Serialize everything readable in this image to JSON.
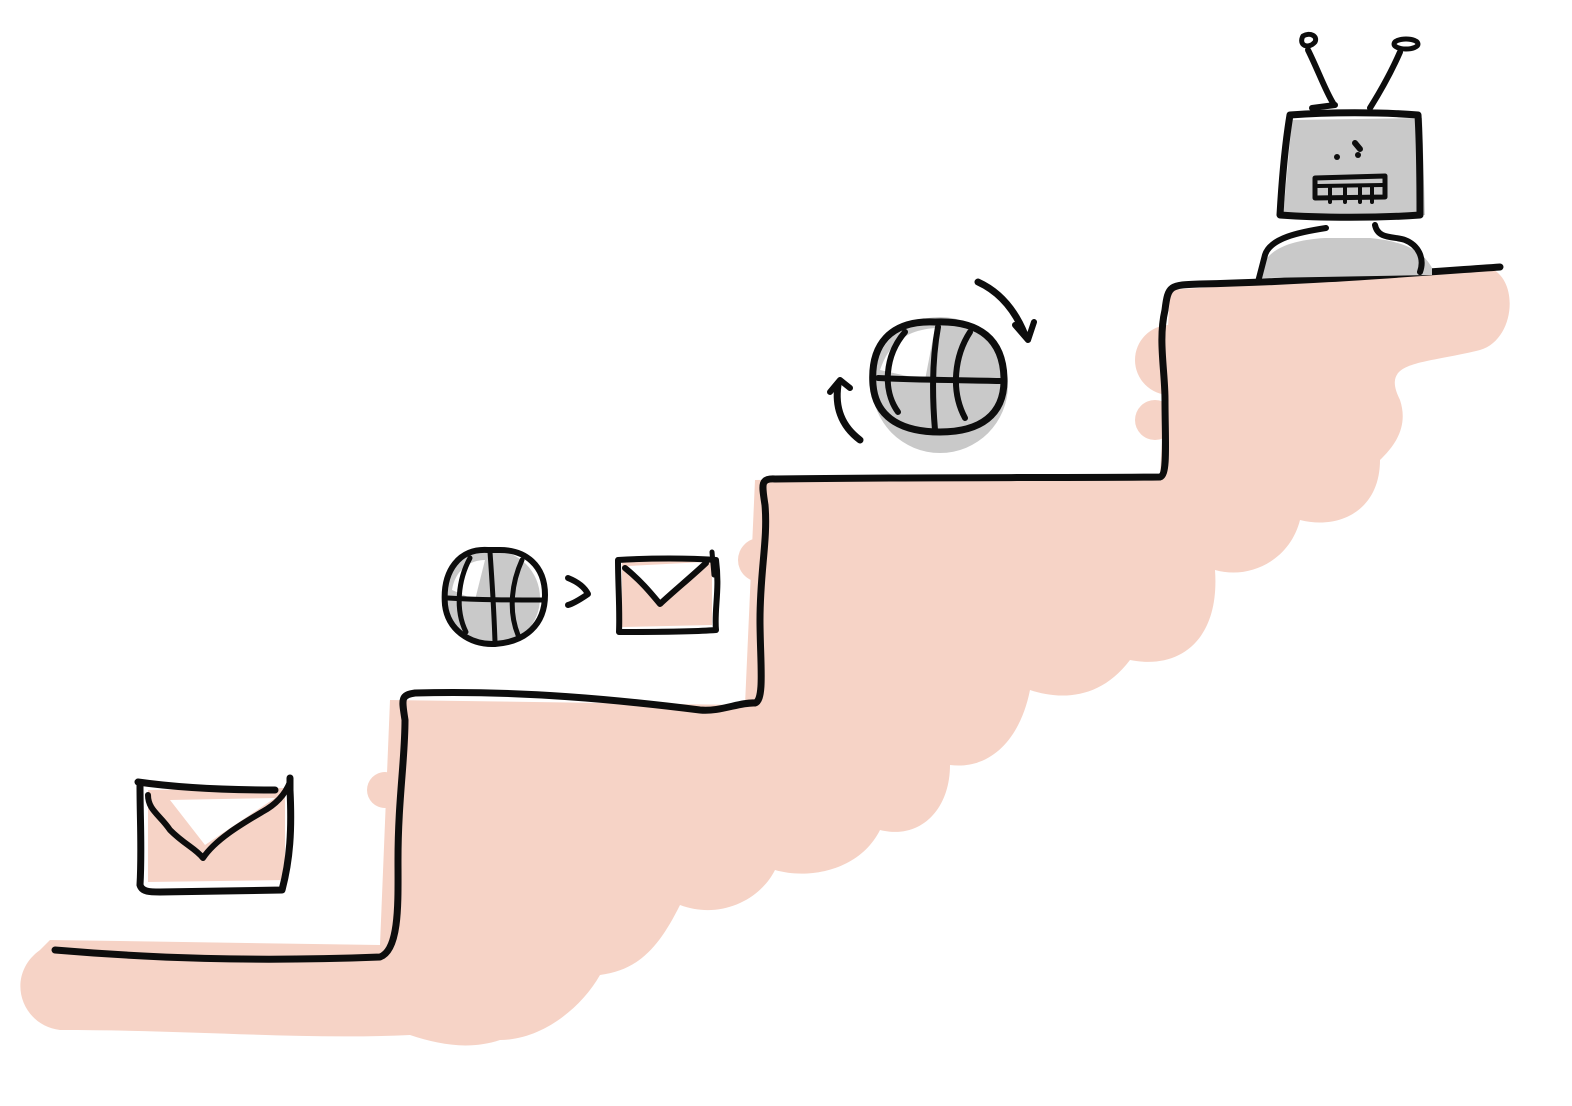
{
  "illustration": {
    "style": "hand-drawn sketch",
    "colors": {
      "background": "#ffffff",
      "fill_peach": "#f6d3c6",
      "shadow_gray": "#c9c9c9",
      "ink": "#0d0d0d"
    },
    "steps": [
      {
        "index": 1,
        "icon": "envelope-icon"
      },
      {
        "index": 2,
        "icons": [
          "ball-icon",
          "arrow-right-icon",
          "envelope-icon"
        ]
      },
      {
        "index": 3,
        "icons": [
          "ball-icon",
          "rotate-arrows-icon"
        ]
      },
      {
        "index": 4,
        "icon": "robot-tv-icon"
      }
    ]
  }
}
